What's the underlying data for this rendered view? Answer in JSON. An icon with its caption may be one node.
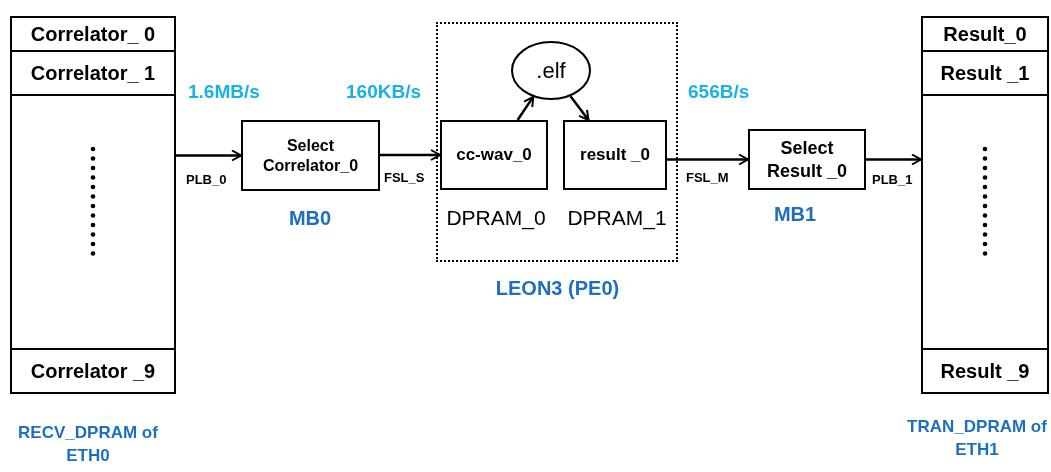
{
  "diagram": {
    "nodes": [
      {
        "text": [],
        "shape": "box",
        "beside": [
          "RECV_DPRAM of ETH0"
        ]
      },
      {
        "text": [
          "Correlator_ 0"
        ],
        "in": 0
      },
      {
        "text": [
          "Correlator_ 1"
        ],
        "in": 0
      },
      {
        "text": [
          "Correlator _9"
        ],
        "in": 0
      },
      {
        "text": [
          "Select Correlator_0"
        ],
        "beside": [
          "MB0"
        ]
      },
      {
        "text": [],
        "shape": "box",
        "beside": [
          "LEON3 (PE0)"
        ]
      },
      {
        "text": [
          ".elf"
        ],
        "in": 5
      },
      {
        "text": [
          "cc-wav_0"
        ],
        "in": 5,
        "beside": [
          "DPRAM_0"
        ]
      },
      {
        "text": [
          "result _0"
        ],
        "in": 5,
        "beside": [
          "DPRAM_1"
        ]
      },
      {
        "text": [
          "Select Result _0"
        ],
        "beside": [
          "MB1"
        ]
      },
      {
        "text": [],
        "shape": "box",
        "beside": [
          "TRAN_DPRAM of ETH1"
        ]
      },
      {
        "text": [
          "Result_0"
        ],
        "in": 10
      },
      {
        "text": [
          "Result _1"
        ],
        "in": 10
      },
      {
        "text": [
          "Result _9"
        ],
        "in": 10
      }
    ],
    "edges": [
      {
        "from": 0,
        "to": 4,
        "arrow": "to"
      },
      {
        "from": 4,
        "to": 7,
        "arrow": "to"
      },
      {
        "from": 7,
        "to": 6,
        "arrow": "to"
      },
      {
        "from": 6,
        "to": 8,
        "arrow": "to"
      },
      {
        "from": 8,
        "to": 9,
        "arrow": "to"
      },
      {
        "from": 9,
        "to": 10,
        "arrow": "to"
      }
    ],
    "labels": [
      "1.6MB/s",
      "160KB/s",
      "656B/s",
      "PLB_0",
      "FSL_S",
      "FSL_M",
      "PLB_1"
    ]
  }
}
